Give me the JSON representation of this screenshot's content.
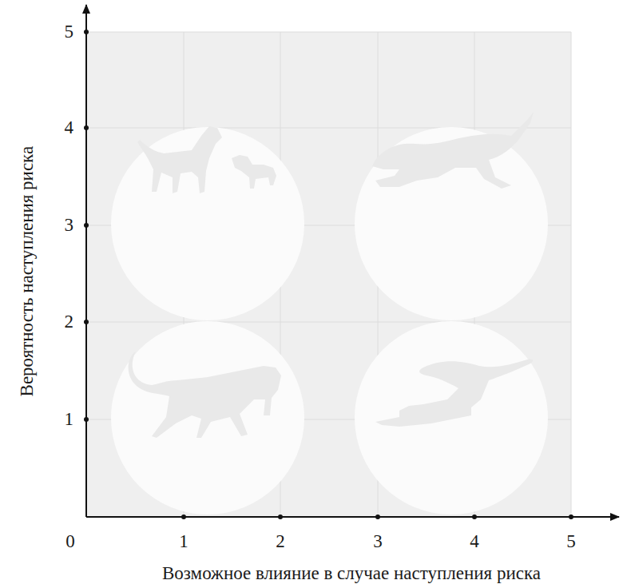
{
  "diagram": {
    "labels": [
      "5",
      "4",
      "3",
      "2",
      "1",
      "0",
      "1",
      "2",
      "3",
      "4",
      "5",
      "Вероятность наступления риска",
      "Возможное влияние в случае наступления риска"
    ]
  }
}
